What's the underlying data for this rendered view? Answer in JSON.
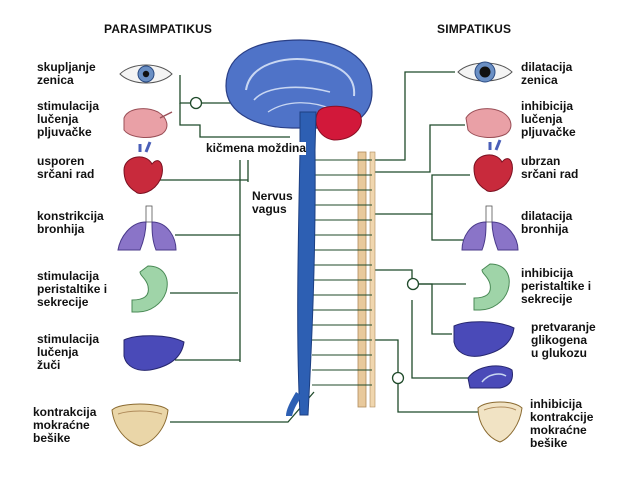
{
  "headers": {
    "left": "PARASIMPATIKUS",
    "right": "SIMPATIKUS"
  },
  "center": {
    "spinal_cord": "kičmena moždina",
    "vagus": "Nervus\nvagus"
  },
  "left_labels": [
    "skupljanje\nzenica",
    "stimulacija\nlučenja\npljuvačke",
    "usporen\nsrčani rad",
    "konstrikcija\nbronhija",
    "stimulacija\nperistaltike i\nsekrecije",
    "stimulacija\nlučenja\nžuči",
    "kontrakcija\nmokraćne\nbešike"
  ],
  "right_labels": [
    "dilatacija\nzenica",
    "inhibicija\nlučenja\npljuvačke",
    "ubrzan\nsrčani rad",
    "dilatacija\nbronhija",
    "inhibicija\nperistaltike i\nsekrecije",
    "pretvaranje\nglikogena\nu glukozu",
    "inhibicija\nkontrakcije\nmokraćne\nbešike"
  ],
  "colors": {
    "nerve": "#2d5fb3",
    "brain": "#4f73c8",
    "cerebellum": "#d2183a",
    "chain": "#e8c99c",
    "line": "#1f4a2a",
    "organ_pink": "#e9a0a6",
    "heart": "#c82a3c",
    "lung": "#8a74c8",
    "liver": "#4a4ab8",
    "stomach": "#9fd4a8"
  }
}
